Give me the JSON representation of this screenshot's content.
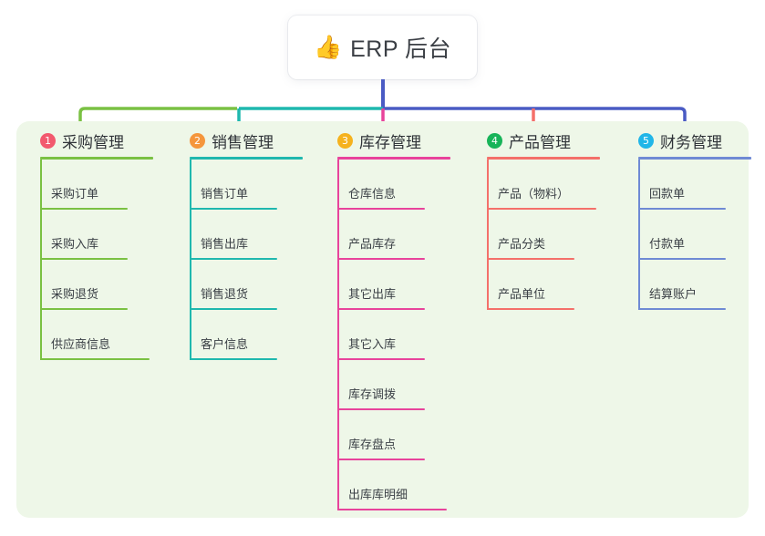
{
  "root": {
    "icon": "thumbs-up-icon",
    "emoji": "👍",
    "title": "ERP 后台"
  },
  "palette": {
    "page_bg": "#ffffff",
    "panel_bg": "#eef7e8",
    "text": "#3a3f45",
    "stem": "#4a5bc4",
    "bus_left": "#7ac143",
    "bus_mid": "#1fb8ae",
    "bus_right": "#4a5bc4"
  },
  "columns": [
    {
      "number": "1",
      "label": "采购管理",
      "badge_color": "#f2596e",
      "line_color": "#7ac143",
      "items": [
        "采购订单",
        "采购入库",
        "采购退货",
        "供应商信息"
      ]
    },
    {
      "number": "2",
      "label": "销售管理",
      "badge_color": "#f5963c",
      "line_color": "#1fb8ae",
      "items": [
        "销售订单",
        "销售出库",
        "销售退货",
        "客户信息"
      ]
    },
    {
      "number": "3",
      "label": "库存管理",
      "badge_color": "#f5b21d",
      "line_color": "#e8439b",
      "items": [
        "仓库信息",
        "产品库存",
        "其它出库",
        "其它入库",
        "库存调拨",
        "库存盘点",
        "出库库明细"
      ]
    },
    {
      "number": "4",
      "label": "产品管理",
      "badge_color": "#18b459",
      "line_color": "#f4706a",
      "items": [
        "产品（物料）",
        "产品分类",
        "产品单位"
      ]
    },
    {
      "number": "5",
      "label": "财务管理",
      "badge_color": "#21b6e8",
      "line_color": "#6f8ad4",
      "items": [
        "回款单",
        "付款单",
        "结算账户"
      ]
    }
  ]
}
